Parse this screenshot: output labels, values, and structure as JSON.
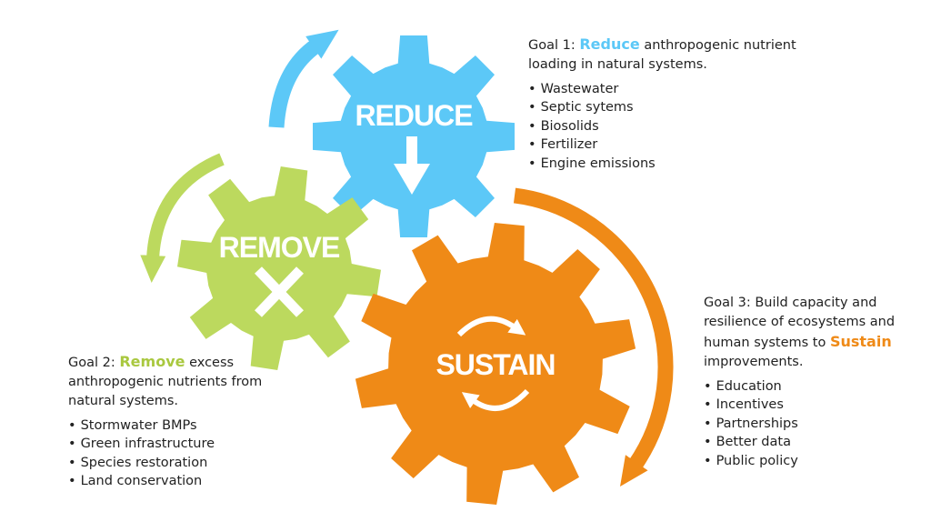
{
  "colors": {
    "reduce": "#5cc8f7",
    "remove": "#bcd95e",
    "sustain": "#ef8a17",
    "text": "#222222"
  },
  "gears": {
    "reduce": {
      "label": "REDUCE",
      "icon": "down-arrow-icon"
    },
    "remove": {
      "label": "REMOVE",
      "icon": "x-mark-icon"
    },
    "sustain": {
      "label": "SUSTAIN",
      "icon": "refresh-arrows-icon"
    }
  },
  "goal1": {
    "prefix": "Goal 1: ",
    "keyword": "Reduce",
    "suffix": " anthropogenic nutrient loading in natural systems.",
    "items": [
      "Wastewater",
      "Septic sytems",
      "Biosolids",
      "Fertilizer",
      "Engine emissions"
    ]
  },
  "goal2": {
    "prefix": "Goal 2: ",
    "keyword": "Remove",
    "suffix": " excess anthropogenic nutrients from natural systems.",
    "items": [
      "Stormwater BMPs",
      "Green infrastructure",
      "Species restoration",
      "Land conservation"
    ]
  },
  "goal3": {
    "prefix": "Goal 3: Build capacity and resilience of ecosystems and human systems to ",
    "keyword": "Sustain",
    "suffix": " improvements.",
    "items": [
      "Education",
      "Incentives",
      "Partnerships",
      "Better data",
      "Public policy"
    ]
  }
}
